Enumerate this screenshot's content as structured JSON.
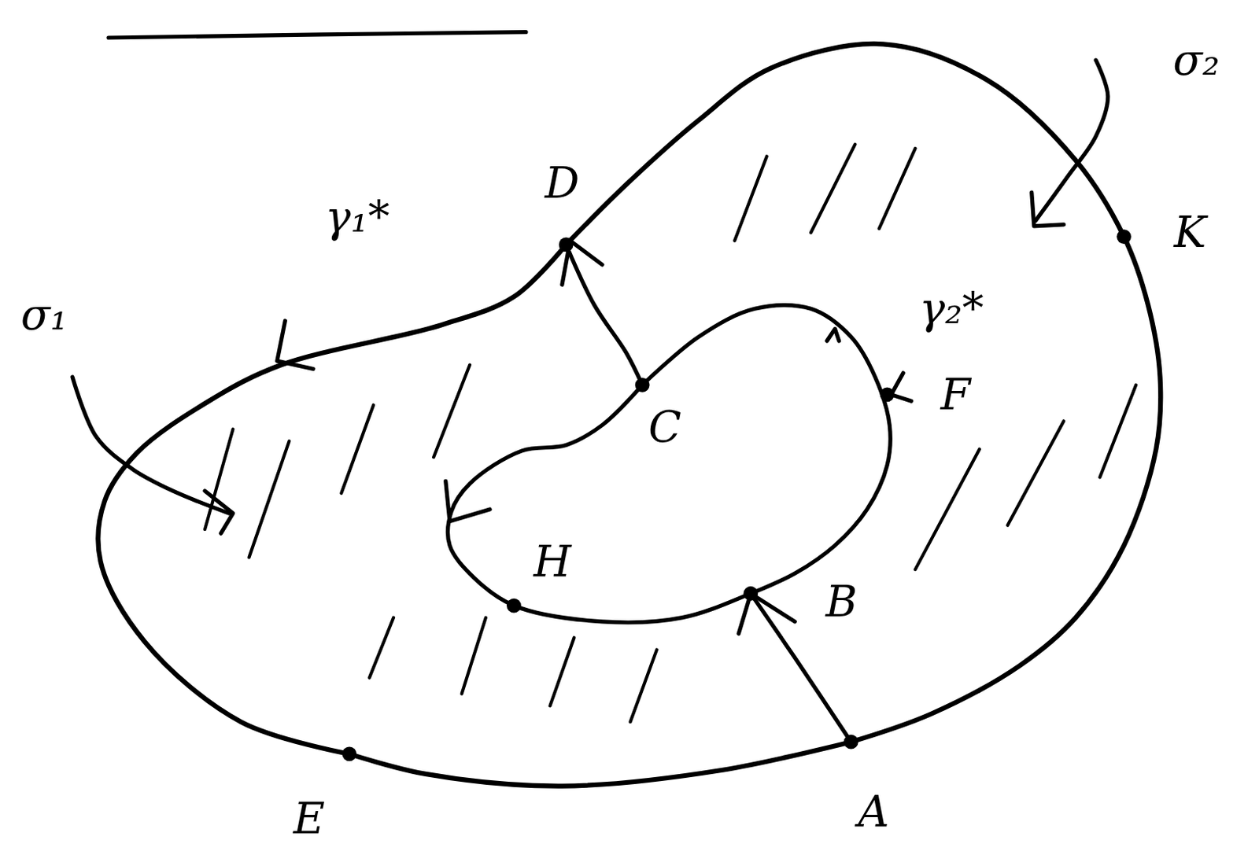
{
  "diagram": {
    "labels": [
      "σ₂",
      "D",
      "γ₁*",
      "σ₁",
      "γ₂*",
      "K",
      "C",
      "F",
      "H",
      "B",
      "E",
      "A"
    ]
  }
}
